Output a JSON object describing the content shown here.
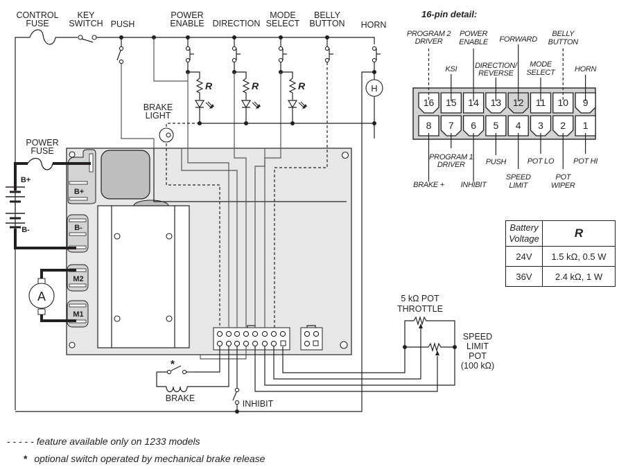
{
  "diagram": {
    "top_labels": {
      "control_fuse": [
        "CONTROL",
        "FUSE"
      ],
      "key_switch": [
        "KEY",
        "SWITCH"
      ],
      "push": "PUSH",
      "power_enable": [
        "POWER",
        "ENABLE"
      ],
      "direction": "DIRECTION",
      "mode_select": [
        "MODE",
        "SELECT"
      ],
      "belly_button": [
        "BELLY",
        "BUTTON"
      ],
      "horn": "HORN"
    },
    "resistor_label": "R",
    "horn_symbol": "H",
    "motor_symbol": "A",
    "brake_light": [
      "BRAKE",
      "LIGHT"
    ],
    "power_fuse": [
      "POWER",
      "FUSE"
    ],
    "battery_labels": {
      "plus": "B+",
      "minus": "B-"
    },
    "terminals": [
      "B+",
      "B-",
      "M2",
      "M1"
    ],
    "brake_label": "BRAKE",
    "brake_switch_mark": "*",
    "inhibit_label": "INHIBIT",
    "throttle_label": [
      "5 kΩ POT",
      "THROTTLE"
    ],
    "speed_limit_label": [
      "SPEED",
      "LIMIT",
      "POT",
      "(100 kΩ)"
    ]
  },
  "pin_detail": {
    "title": "16-pin detail:",
    "top_row": [
      "16",
      "15",
      "14",
      "13",
      "12",
      "11",
      "10",
      "9"
    ],
    "bottom_row": [
      "8",
      "7",
      "6",
      "5",
      "4",
      "3",
      "2",
      "1"
    ],
    "top_labels": {
      "p16": [
        "PROGRAM 2",
        "DRIVER"
      ],
      "p15": [
        "KSI"
      ],
      "p14": [
        "POWER",
        "ENABLE"
      ],
      "p13": [
        "DIRECTION/",
        "REVERSE"
      ],
      "p12": [
        "FORWARD"
      ],
      "p11": [
        "MODE",
        "SELECT"
      ],
      "p10": [
        "BELLY",
        "BUTTON"
      ],
      "p9": [
        "HORN"
      ]
    },
    "bottom_labels": {
      "p8": [
        "BRAKE +"
      ],
      "p7": [
        "PROGRAM 1",
        "DRIVER"
      ],
      "p6": [
        "INHIBIT"
      ],
      "p5": [
        "PUSH"
      ],
      "p4": [
        "SPEED",
        "LIMIT"
      ],
      "p3": [
        "POT LO"
      ],
      "p2": [
        "POT",
        "WIPER"
      ],
      "p1": [
        "POT HI"
      ]
    }
  },
  "resistor_table": {
    "headers": [
      "Battery Voltage",
      "R"
    ],
    "header_lines": [
      "Battery",
      "Voltage"
    ],
    "rows": [
      [
        "24V",
        "1.5 kΩ, 0.5 W"
      ],
      [
        "36V",
        "2.4 kΩ, 1 W"
      ]
    ]
  },
  "footnotes": {
    "dash_marker": "- - - - -",
    "dash_text": "feature available only on 1233 models",
    "star_marker": "*",
    "star_text": "optional switch operated by mechanical brake release"
  }
}
